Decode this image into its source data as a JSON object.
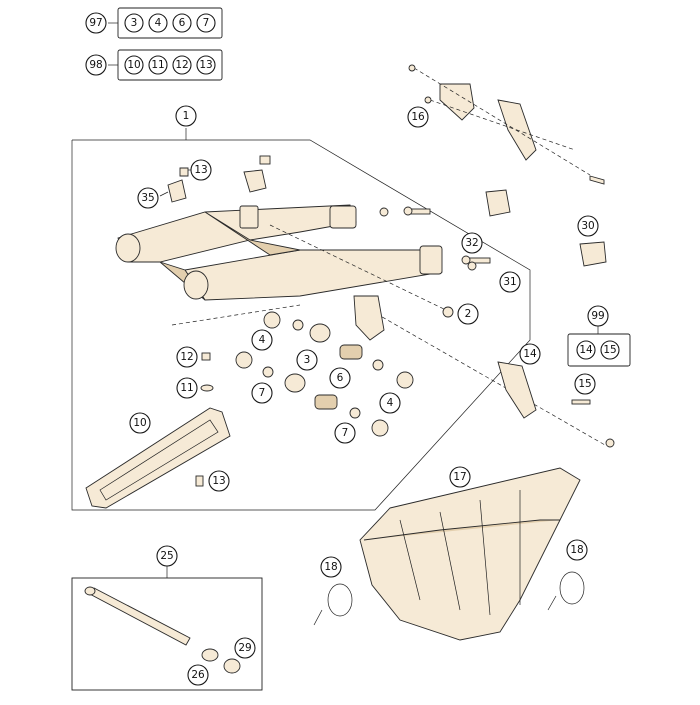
{
  "kit_boxes": [
    {
      "ref": "97",
      "items": [
        "3",
        "4",
        "6",
        "7"
      ]
    },
    {
      "ref": "98",
      "items": [
        "10",
        "11",
        "12",
        "13"
      ]
    },
    {
      "ref": "99",
      "items": [
        "14",
        "15"
      ]
    }
  ],
  "callouts": {
    "c1": "1",
    "c2": "2",
    "c3": "3",
    "c4a": "4",
    "c4b": "4",
    "c6": "6",
    "c7a": "7",
    "c7b": "7",
    "c10": "10",
    "c11": "11",
    "c12": "12",
    "c13a": "13",
    "c13b": "13",
    "c14": "14",
    "c15": "15",
    "c16": "16",
    "c17": "17",
    "c18a": "18",
    "c18b": "18",
    "c25": "25",
    "c26": "26",
    "c29": "29",
    "c30": "30",
    "c31": "31",
    "c32": "32",
    "c35": "35"
  },
  "colors": {
    "part_fill": "#f6ead6",
    "outline": "#2b2b2b"
  }
}
